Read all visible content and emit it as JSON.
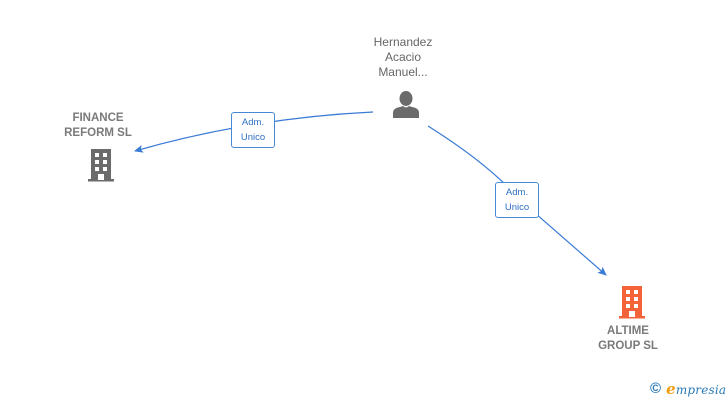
{
  "nodes": {
    "person": {
      "label": "Hernandez\nAcacio\nManuel...",
      "type": "person",
      "icon": "person-icon",
      "color": "#6b6b6b"
    },
    "finance_reform": {
      "label": "FINANCE\nREFORM  SL",
      "type": "company",
      "icon": "building-icon",
      "color": "#6b6b6b"
    },
    "altime_group": {
      "label": "ALTIME\nGROUP  SL",
      "type": "company",
      "icon": "building-icon",
      "color": "#f4623a"
    }
  },
  "edges": [
    {
      "from": "Hernandez Acacio Manuel...",
      "to": "FINANCE REFORM SL",
      "label": "Adm.\nUnico",
      "color": "#3a7bd5"
    },
    {
      "from": "Hernandez Acacio Manuel...",
      "to": "ALTIME GROUP SL",
      "label": "Adm.\nUnico",
      "color": "#3a7bd5"
    }
  ],
  "watermark": {
    "copyright_symbol": "©",
    "brand_initial": "e",
    "brand_rest": "mpresia"
  }
}
